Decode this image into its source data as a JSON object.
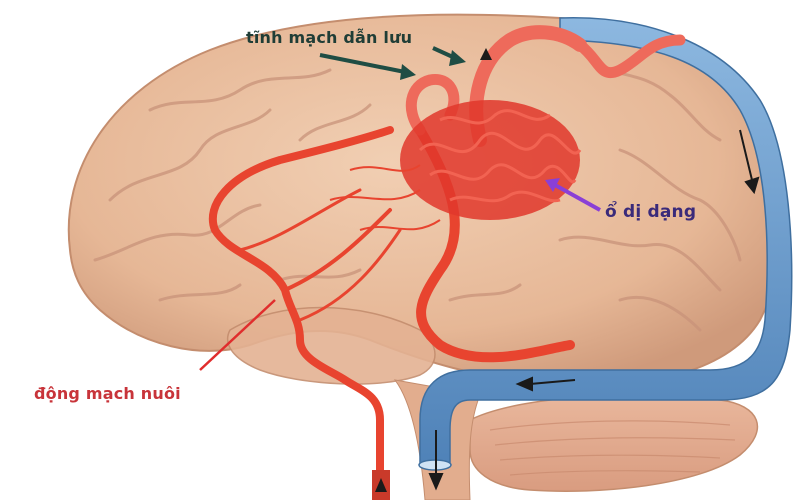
{
  "figure": {
    "subject": "Cerebral arteriovenous malformation illustration",
    "labels": {
      "draining_vein": "tĩnh mạch dẫn lưu",
      "nidus": "ổ dị dạng",
      "feeding_artery": "động mạch nuôi"
    },
    "colors": {
      "brain": "#e9bf9f",
      "brain_shadow": "#d49f80",
      "artery": "#e8442f",
      "vein": "#6f9fcf",
      "draining_vein_label": "#1f3d36",
      "nidus_label": "#3a2a7a",
      "feeding_artery_label": "#c8343a",
      "nidus_arrow": "#8a3fd6",
      "vein_arrow": "#1f4d44"
    }
  }
}
